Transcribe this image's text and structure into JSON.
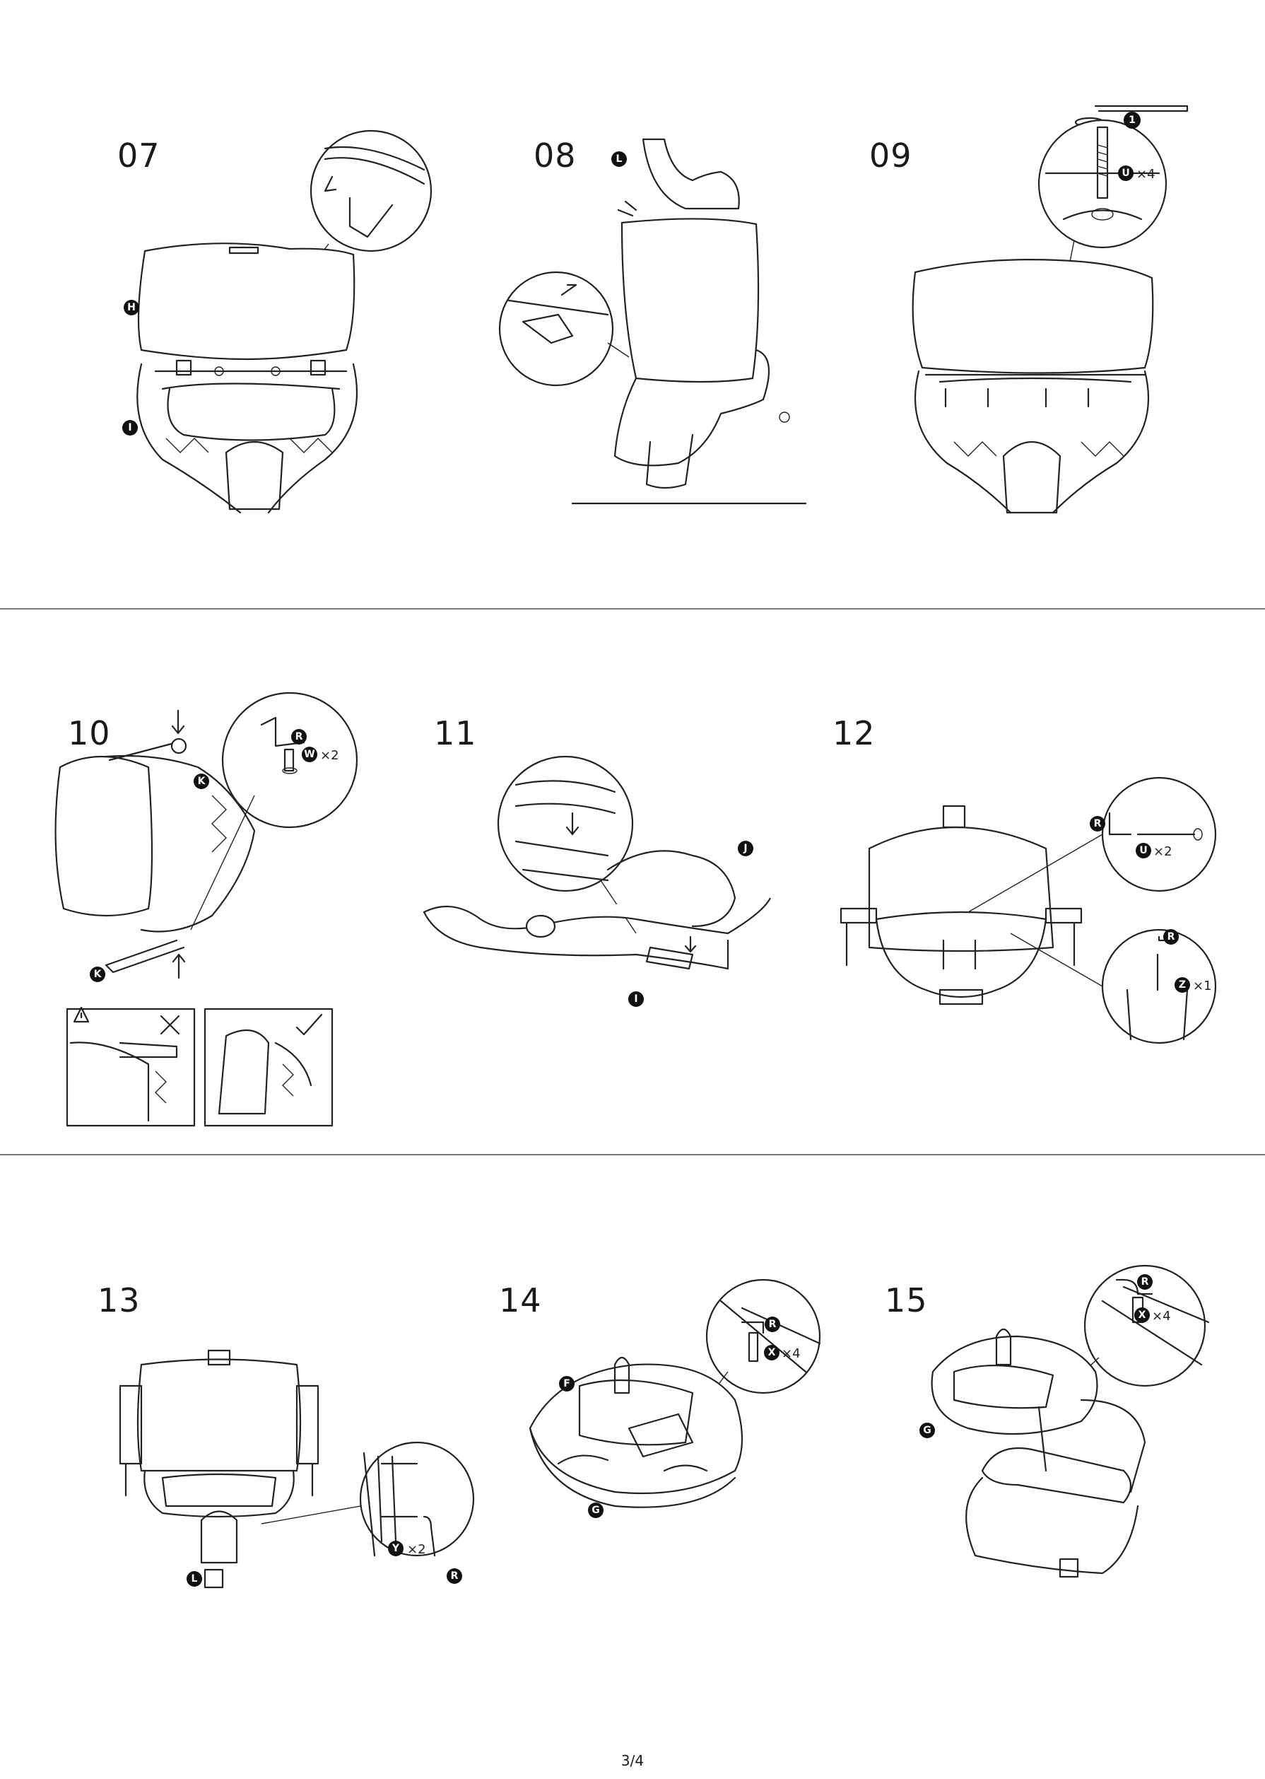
{
  "steps": [
    {
      "number": "07",
      "labels": [
        "H",
        "I"
      ]
    },
    {
      "number": "08",
      "labels": [
        "L"
      ]
    },
    {
      "number": "09",
      "labels": [
        "1",
        "U"
      ],
      "quantity": "×4"
    },
    {
      "number": "10",
      "labels": [
        "R",
        "W",
        "K",
        "K"
      ],
      "quantity": "×2"
    },
    {
      "number": "11",
      "labels": [
        "J",
        "I"
      ]
    },
    {
      "number": "12",
      "labels": [
        "R",
        "U",
        "R",
        "Z"
      ],
      "quantity_u": "×2",
      "quantity_z": "×1"
    },
    {
      "number": "13",
      "labels": [
        "L",
        "Y",
        "R"
      ],
      "quantity": "×2"
    },
    {
      "number": "14",
      "labels": [
        "R",
        "X",
        "F",
        "G"
      ],
      "quantity": "×4"
    },
    {
      "number": "15",
      "labels": [
        "R",
        "X",
        "G"
      ],
      "quantity": "×4"
    }
  ],
  "page_number": "3/4"
}
